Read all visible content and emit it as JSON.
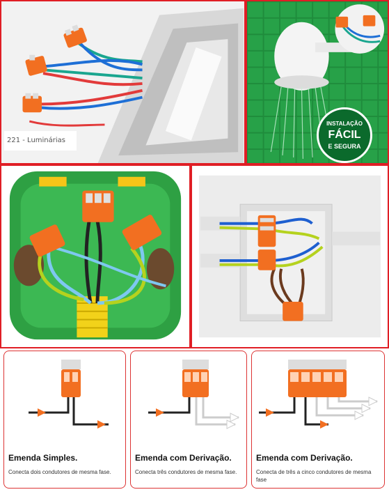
{
  "panels": {
    "luminarias": {
      "caption": "221 - Luminárias"
    },
    "chuveiro": {
      "badge": {
        "line1": "INSTALAÇÃO",
        "line2": "FÁCIL",
        "line3": "E SEGURA"
      }
    }
  },
  "cards": [
    {
      "title": "Emenda Simples.",
      "description": "Conecta dois condutores de mesma fase."
    },
    {
      "title": "Emenda com Derivação.",
      "description": "Conecta três condutores de mesma fase."
    },
    {
      "title": "Emenda com Derivação.",
      "description": "Conecta de três a cinco condutores de mesma fase"
    }
  ],
  "colors": {
    "accent_orange": "#f26f21",
    "border_red": "#e01e25",
    "green_box": "#2ea043",
    "badge_green": "#0b6a2c"
  }
}
